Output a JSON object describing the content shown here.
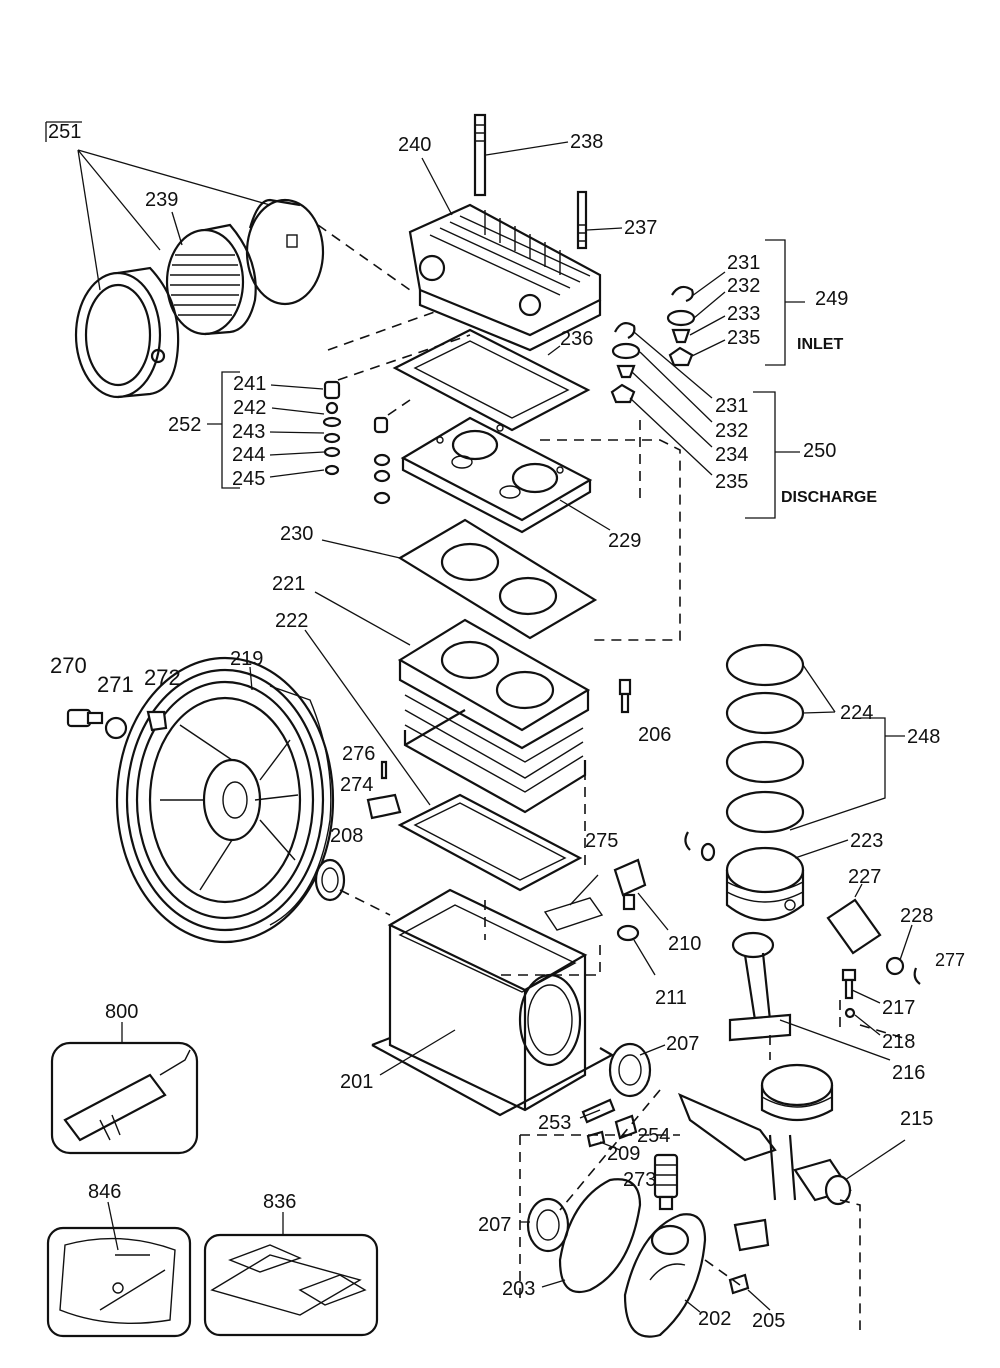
{
  "labels": {
    "l251": "251",
    "l239": "239",
    "l240": "240",
    "l238": "238",
    "l237": "237",
    "l231a": "231",
    "l232a": "232",
    "l233": "233",
    "l235a": "235",
    "l249": "249",
    "inlet": "INLET",
    "l236": "236",
    "l241": "241",
    "l242": "242",
    "l243": "243",
    "l244": "244",
    "l245": "245",
    "l252": "252",
    "l231b": "231",
    "l232b": "232",
    "l234": "234",
    "l235b": "235",
    "l250": "250",
    "discharge": "DISCHARGE",
    "l229": "229",
    "l230": "230",
    "l221": "221",
    "l222": "222",
    "l270": "270",
    "l271": "271",
    "l272": "272",
    "l219": "219",
    "l276": "276",
    "l274": "274",
    "l206": "206",
    "l224": "224",
    "l248": "248",
    "l208": "208",
    "l275": "275",
    "l223": "223",
    "l227": "227",
    "l228": "228",
    "l277": "277",
    "l210": "210",
    "l211": "211",
    "l217": "217",
    "l218": "218",
    "l216": "216",
    "l800": "800",
    "l207a": "207",
    "l201": "201",
    "l253": "253",
    "l254": "254",
    "l215": "215",
    "l209": "209",
    "l273": "273",
    "l846": "846",
    "l836": "836",
    "l207b": "207",
    "l203": "203",
    "l202": "202",
    "l205": "205"
  }
}
